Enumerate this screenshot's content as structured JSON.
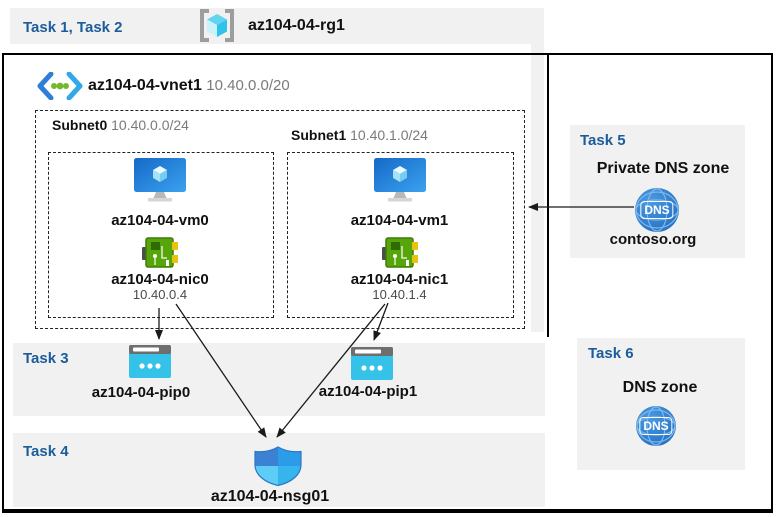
{
  "header": {
    "tasks_label": "Task 1, Task 2",
    "resource_group": "az104-04-rg1"
  },
  "vnet": {
    "name": "az104-04-vnet1",
    "cidr": "10.40.0.0/20"
  },
  "subnets": [
    {
      "name": "Subnet0",
      "cidr": "10.40.0.0/24",
      "vm": "az104-04-vm0",
      "nic": "az104-04-nic0",
      "ip": "10.40.0.4"
    },
    {
      "name": "Subnet1",
      "cidr": "10.40.1.0/24",
      "vm": "az104-04-vm1",
      "nic": "az104-04-nic1",
      "ip": "10.40.1.4"
    }
  ],
  "task3": {
    "label": "Task 3",
    "pip0": "az104-04-pip0",
    "pip1": "az104-04-pip1"
  },
  "task4": {
    "label": "Task 4",
    "nsg": "az104-04-nsg01"
  },
  "task5": {
    "label": "Task 5",
    "title": "Private DNS zone",
    "zone": "contoso.org",
    "dns_badge": "DNS"
  },
  "task6": {
    "label": "Task 6",
    "title": "DNS zone",
    "dns_badge": "DNS"
  },
  "icons": [
    "resource-group-icon",
    "virtual-network-icon",
    "vm-icon",
    "nic-icon",
    "public-ip-icon",
    "nsg-shield-icon",
    "dns-zone-icon"
  ],
  "colors": {
    "task_label_blue": "#1d5c9b",
    "panel_gray": "#f1f1f1",
    "line_black": "#1a1a1a",
    "pip_cyan": "#35c2e9",
    "nic_green": "#56a50a",
    "vm_blue": "#2186dd",
    "dns_blue": "#2e7ecf",
    "shield_quadrants": [
      "#3b82d4",
      "#2d9ce8",
      "#5ecdf5",
      "#35b4ee"
    ]
  }
}
